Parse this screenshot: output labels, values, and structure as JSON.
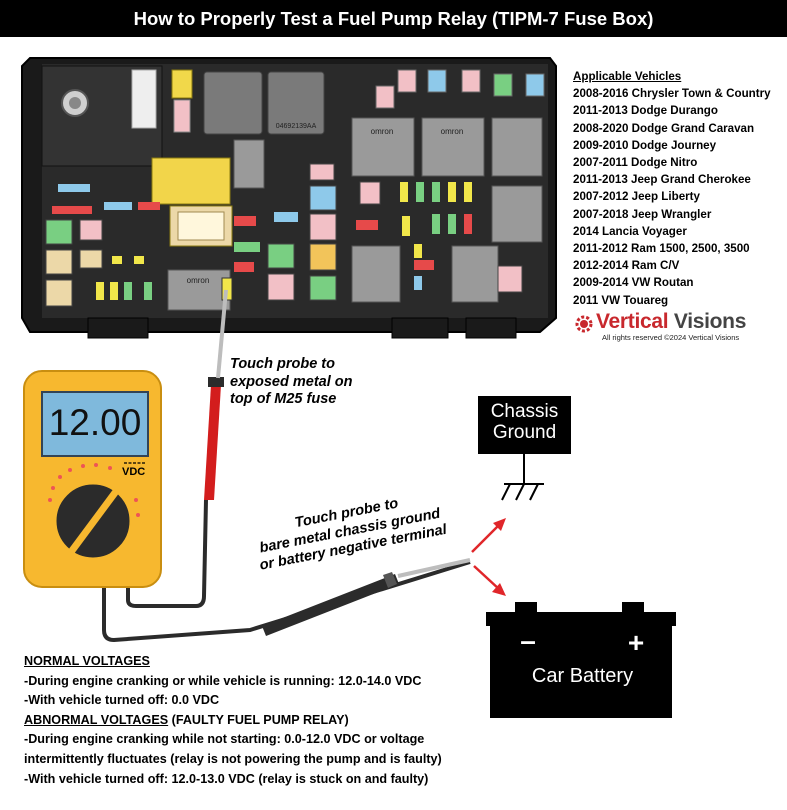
{
  "title": "How to Properly Test a Fuel Pump Relay (TIPM-7 Fuse Box)",
  "vehicles": {
    "heading": "Applicable Vehicles",
    "items": [
      "2008-2016 Chrysler Town & Country",
      "2011-2013 Dodge Durango",
      "2008-2020 Dodge Grand Caravan",
      "2009-2010 Dodge Journey",
      "2007-2011 Dodge Nitro",
      "2011-2013 Jeep Grand Cherokee",
      "2007-2012 Jeep Liberty",
      "2007-2018 Jeep Wrangler",
      "2014 Lancia Voyager",
      "2011-2012 Ram 1500, 2500, 3500",
      "2012-2014 Ram C/V",
      "2009-2014 VW Routan",
      "2011 VW Touareg"
    ]
  },
  "brand": {
    "name_part1": "Vertical",
    "name_part2": "Visions",
    "rights": "All rights reserved ©2024 Vertical Visions"
  },
  "probe_red_note": [
    "Touch probe to",
    "exposed metal on",
    "top of M25 fuse"
  ],
  "probe_black_note": [
    "Touch probe to",
    "bare metal chassis ground",
    "or battery negative terminal"
  ],
  "multimeter": {
    "reading": "12.00",
    "mode": "VDC",
    "colors": {
      "body": "#f7b82f",
      "screen": "#7fb9dc",
      "red_lead": "#d31d1d",
      "black_lead": "#2b2b2b"
    }
  },
  "chassis_ground": {
    "line1": "Chassis",
    "line2": "Ground"
  },
  "battery": {
    "label": "Car Battery",
    "neg_symbol": "–",
    "pos_symbol": "+"
  },
  "notes": {
    "normal_heading": "NORMAL VOLTAGES",
    "normal_items": [
      "-During engine cranking or while vehicle is running: 12.0-14.0 VDC",
      "-With vehicle turned off:  0.0 VDC"
    ],
    "abnormal_heading": "ABNORMAL VOLTAGES",
    "abnormal_suffix": " (FAULTY FUEL PUMP RELAY)",
    "abnormal_items": [
      "-During engine cranking while not starting:  0.0-12.0 VDC or voltage",
      "intermittently fluctuates (relay is not powering the pump and is faulty)",
      "-With vehicle turned off: 12.0-13.0 VDC (relay is stuck on and faulty)"
    ]
  },
  "fuse_box": {
    "relay_brand": "omron",
    "part_label": "04692139AA"
  },
  "arrow_color": "#e0262a"
}
